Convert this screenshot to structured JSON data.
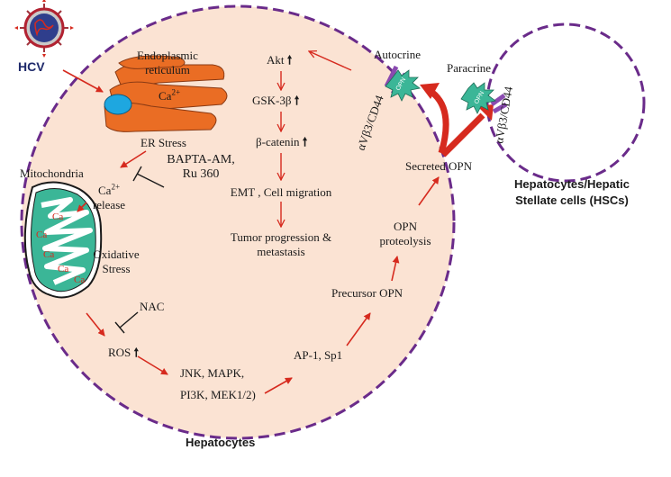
{
  "virus": {
    "label": "HCV"
  },
  "er": {
    "label_line1": "Endoplasmic",
    "label_line2": "reticulum",
    "ion": "Ca",
    "ion_charge": "2+"
  },
  "er_stress": {
    "label": "ER Stress"
  },
  "inhibitor_bapta": {
    "line1": "BAPTA-AM,",
    "line2": "Ru 360"
  },
  "mitochondria": {
    "label": "Mitochondria",
    "ion_marks": [
      "Ca",
      "Ca",
      "Ca",
      "Ca",
      "Ca"
    ]
  },
  "ca_release": {
    "ion": "Ca",
    "charge": "2+",
    "line2": "release"
  },
  "oxidative_stress": {
    "line1": "Oxidative",
    "line2": "Stress"
  },
  "nac": {
    "label": "NAC"
  },
  "ros": {
    "label": "ROS"
  },
  "kinases": {
    "line1": "JNK, MAPK,",
    "line2": "PI3K, MEK1/2)"
  },
  "transcription": {
    "label": "AP-1, Sp1"
  },
  "precursor": {
    "label": "Precursor OPN"
  },
  "proteolysis": {
    "line1": "OPN",
    "line2": "proteolysis"
  },
  "secreted": {
    "label": "Secreted OPN"
  },
  "cascade": {
    "akt": "Akt",
    "gsk": "GSK-3β",
    "catenin": "β-catenin",
    "emt": "EMT , Cell migration",
    "tumor_line1": "Tumor progression &",
    "tumor_line2": "metastasis"
  },
  "up_arrow_glyph": "🠕",
  "receptor_label": "αVβ3/CD44",
  "opn_token": "OPN",
  "autocrine": {
    "label": "Autocrine"
  },
  "paracrine": {
    "label": "Paracrine"
  },
  "hepatocytes": {
    "label": "Hepatocytes"
  },
  "hsc": {
    "line1": "Hepatocytes/Hepatic",
    "line2": "Stellate cells (HSCs)"
  },
  "colors": {
    "cell_fill": "#fbe3d3",
    "membrane": "#6a2b8a",
    "er": "#ea6d24",
    "mito": "#3bb697",
    "arrow": "#d62a1e",
    "vesicle": "#1ea7e0"
  }
}
